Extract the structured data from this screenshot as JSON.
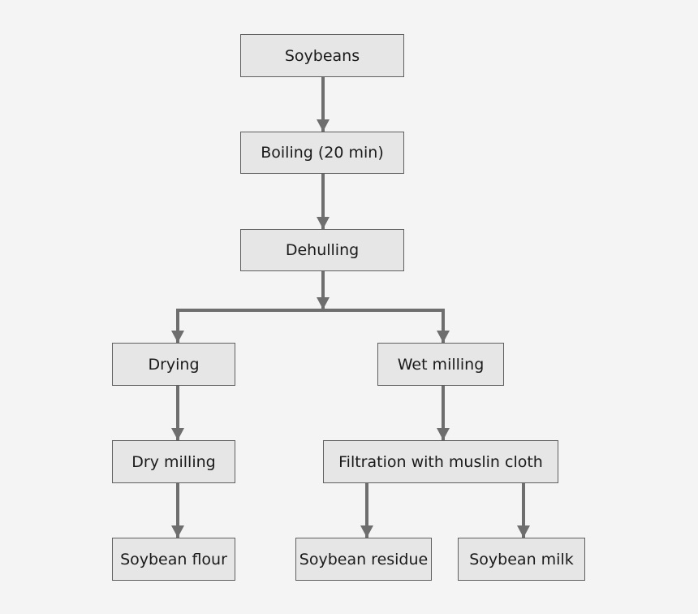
{
  "flowchart": {
    "nodes": {
      "soybeans": "Soybeans",
      "boiling": "Boiling (20 min)",
      "dehulling": "Dehulling",
      "drying": "Drying",
      "wet_milling": "Wet milling",
      "dry_milling": "Dry milling",
      "filtration": "Filtration with muslin cloth",
      "soybean_flour": "Soybean flour",
      "soybean_residue": "Soybean residue",
      "soybean_milk": "Soybean milk"
    },
    "colors": {
      "background": "#f4f4f4",
      "node_fill": "#e6e6e6",
      "node_border": "#5f5f5f",
      "arrow": "#6e6e6e"
    }
  }
}
